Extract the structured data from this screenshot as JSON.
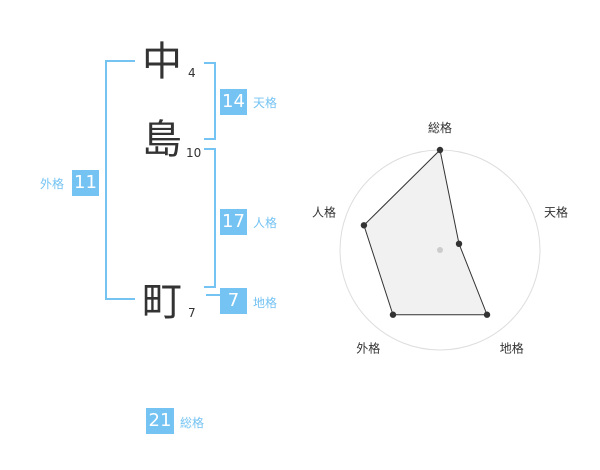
{
  "name": [
    {
      "char": "中",
      "strokes": "4"
    },
    {
      "char": "島",
      "strokes": "10"
    },
    {
      "char": "町",
      "strokes": "7"
    }
  ],
  "kakusu": {
    "tenkaku": {
      "value": "14",
      "label": "天格"
    },
    "jinkaku": {
      "value": "17",
      "label": "人格"
    },
    "chikaku": {
      "value": "7",
      "label": "地格"
    },
    "gaikaku": {
      "value": "11",
      "label": "外格"
    },
    "soukaku": {
      "value": "21",
      "label": "総格"
    }
  },
  "colors": {
    "accent": "#74c3f3",
    "text": "#333333",
    "ring": "#dddddd",
    "fill": "#eeeeee"
  },
  "chart_data": {
    "type": "radar",
    "axes": [
      "総格",
      "天格",
      "地格",
      "外格",
      "人格"
    ],
    "values": [
      5,
      1,
      4,
      4,
      4
    ],
    "range": [
      0,
      5
    ]
  }
}
